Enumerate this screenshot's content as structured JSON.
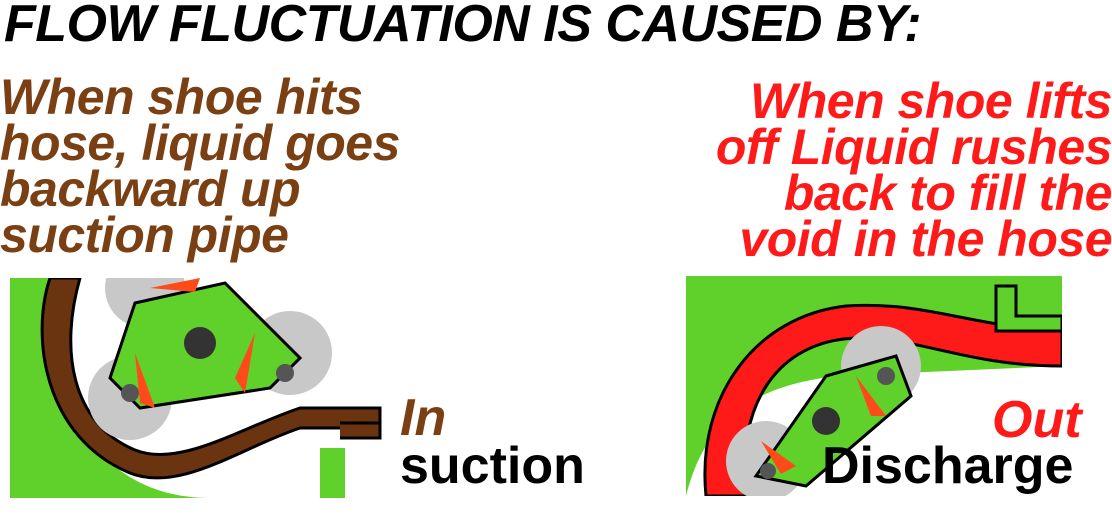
{
  "title": "FLOW FLUCTUATION IS CAUSED BY:",
  "left_caption": [
    "When shoe hits",
    "hose, liquid goes",
    "backward up",
    "suction pipe"
  ],
  "right_caption": [
    "When shoe lifts",
    "off Liquid rushes",
    "back to fill the",
    "void in the hose"
  ],
  "labels": {
    "in": "In",
    "suction": "suction",
    "out": "Out",
    "discharge": "Discharge"
  },
  "colors": {
    "green": "#5fd12a",
    "brown": "#6b3410",
    "red": "#ff1a1a",
    "shoe_gray": "#c8c8c8",
    "arrow": "#ff4a1a"
  }
}
